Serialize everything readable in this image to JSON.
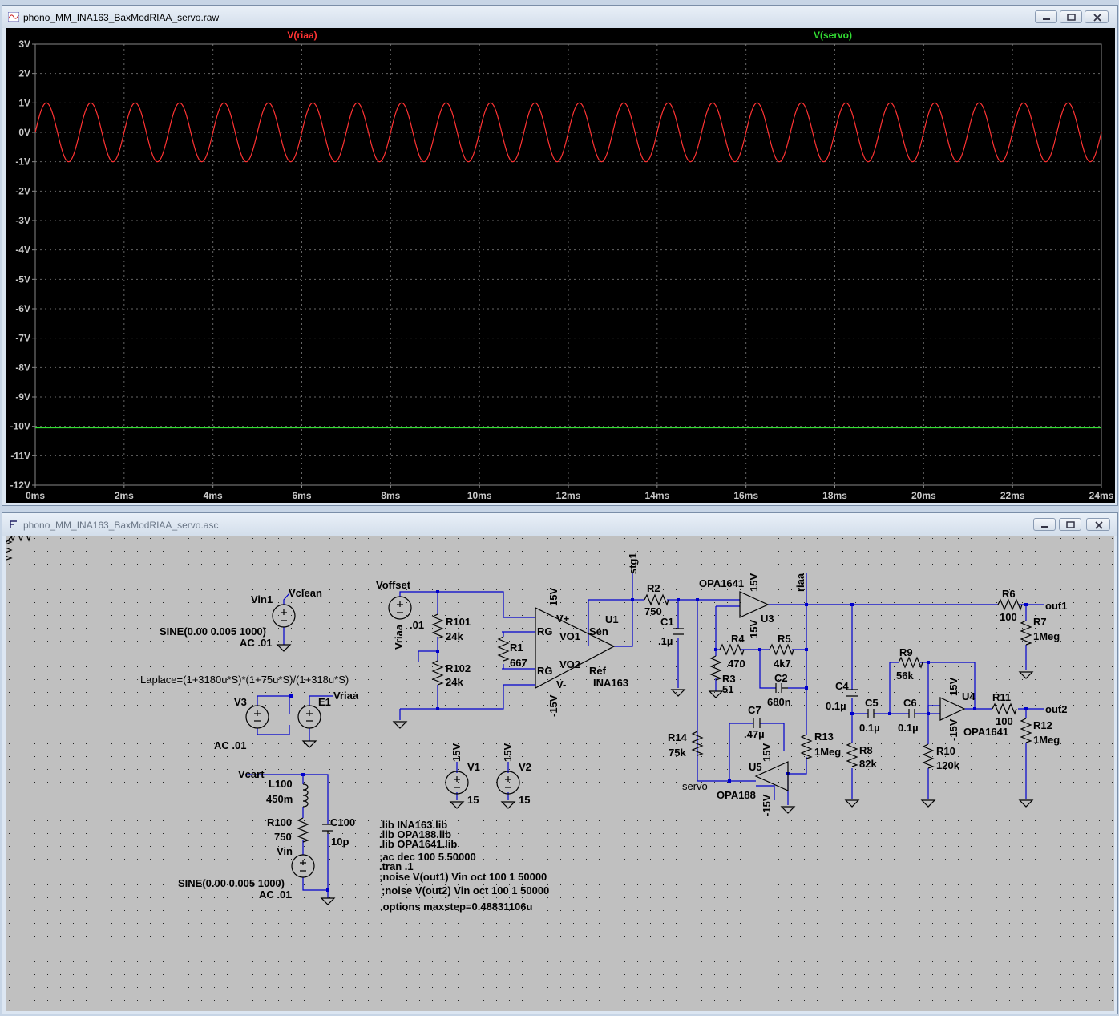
{
  "plot_window": {
    "title": "phono_MM_INA163_BaxModRIAA_servo.raw",
    "traces": [
      {
        "name": "V(riaa)",
        "color": "#ff3333"
      },
      {
        "name": "V(servo)",
        "color": "#33dd33"
      }
    ],
    "y_axis_labels": [
      "3V",
      "2V",
      "1V",
      "0V",
      "-1V",
      "-2V",
      "-3V",
      "-4V",
      "-5V",
      "-6V",
      "-7V",
      "-8V",
      "-9V",
      "-10V",
      "-11V",
      "-12V"
    ],
    "x_axis_labels": [
      "0ms",
      "2ms",
      "4ms",
      "6ms",
      "8ms",
      "10ms",
      "12ms",
      "14ms",
      "16ms",
      "18ms",
      "20ms",
      "22ms",
      "24ms"
    ]
  },
  "chart_data": {
    "type": "line",
    "title": "",
    "xlabel": "",
    "ylabel": "",
    "xlim": [
      0,
      24
    ],
    "ylim": [
      -12,
      3
    ],
    "x_unit": "ms",
    "y_unit": "V",
    "grid": true,
    "series": [
      {
        "name": "V(riaa)",
        "kind": "sine",
        "amplitude": 1.0,
        "frequency_khz": 1.0,
        "offset": 0.0
      },
      {
        "name": "V(servo)",
        "kind": "constant",
        "value": -10.05
      }
    ]
  },
  "schematic_window": {
    "title": "phono_MM_INA163_BaxModRIAA_servo.asc",
    "labels": {
      "vin1": "Vin1",
      "vclean": "Vclean",
      "sine1": "SINE(0.00 0.005 1000)",
      "ac1": "AC .01",
      "laplace": "Laplace=(1+3180u*S)*(1+75u*S)/(1+318u*S)",
      "v3": "V3",
      "e1": "E1",
      "vriaa_top": "Vriaa",
      "ac3": "AC .01",
      "vcart": "Vcart",
      "l100": "L100",
      "l100v": "450m",
      "r100": "R100",
      "r100v": "750",
      "c100": "C100",
      "c100v": "10p",
      "vin": "Vin",
      "sine2": "SINE(0.00 0.005 1000)",
      "ac2": "AC .01",
      "voffset": "Voffset",
      "voffv": ".01",
      "vriaa_side": "Vriaa",
      "r101": "R101",
      "r101v": "24k",
      "r102": "R102",
      "r102v": "24k",
      "r1": "R1",
      "r1v": "667",
      "rg1": "RG",
      "rg2": "RG",
      "vplus": "V+",
      "vminus": "V-",
      "vo1": "VO1",
      "vo2": "VO2",
      "sen": "Sen",
      "ref": "Ref",
      "u1": "U1",
      "ina163": "INA163",
      "p15a": "15V",
      "m15a": "-15V",
      "stg1": "stg1",
      "r2": "R2",
      "r2v": "750",
      "c1": "C1",
      "c1v": ".1µ",
      "opa1641a": "OPA1641",
      "u3": "U3",
      "p15b": "15V",
      "p15c": "15V",
      "riaa": "riaa",
      "r4": "R4",
      "r4v": "470",
      "r5": "R5",
      "r5v": "4k7",
      "r3": "R3",
      "r3v": "51",
      "c2": "C2",
      "c2v": "680n",
      "r14": "R14",
      "r14v": "75k",
      "servo": "servo",
      "c7": "C7",
      "c7v": ".47µ",
      "u5": "U5",
      "opa188": "OPA188",
      "p15d": "15V",
      "m15d": "-15V",
      "r13": "R13",
      "r13v": "1Meg",
      "c4": "C4",
      "c4v": "0.1µ",
      "c5": "C5",
      "c5v": "0.1µ",
      "c6": "C6",
      "c6v": "0.1µ",
      "r8": "R8",
      "r8v": "82k",
      "r9": "R9",
      "r9v": "56k",
      "r10": "R10",
      "r10v": "120k",
      "u4": "U4",
      "opa1641b": "OPA1641",
      "p15e": "15V",
      "m15e": "-15V",
      "r11": "R11",
      "r11v": "100",
      "r12": "R12",
      "r12v": "1Meg",
      "out2": "out2",
      "r6": "R6",
      "r6v": "100",
      "r7": "R7",
      "r7v": "1Meg",
      "out1": "out1",
      "v1": "V1",
      "v1v": "15",
      "v1p": "15V",
      "v2": "V2",
      "v2v": "15",
      "v2p": "15V"
    },
    "directives": [
      ".lib INA163.lib",
      ".lib OPA188.lib",
      ".lib OPA1641.lib",
      ";ac dec 100 5 50000",
      ".tran .1",
      ";noise V(out1) Vin oct 100 1 50000",
      ";noise V(out2) Vin oct 100 1 50000",
      ".options maxstep=0.48831106u"
    ]
  }
}
